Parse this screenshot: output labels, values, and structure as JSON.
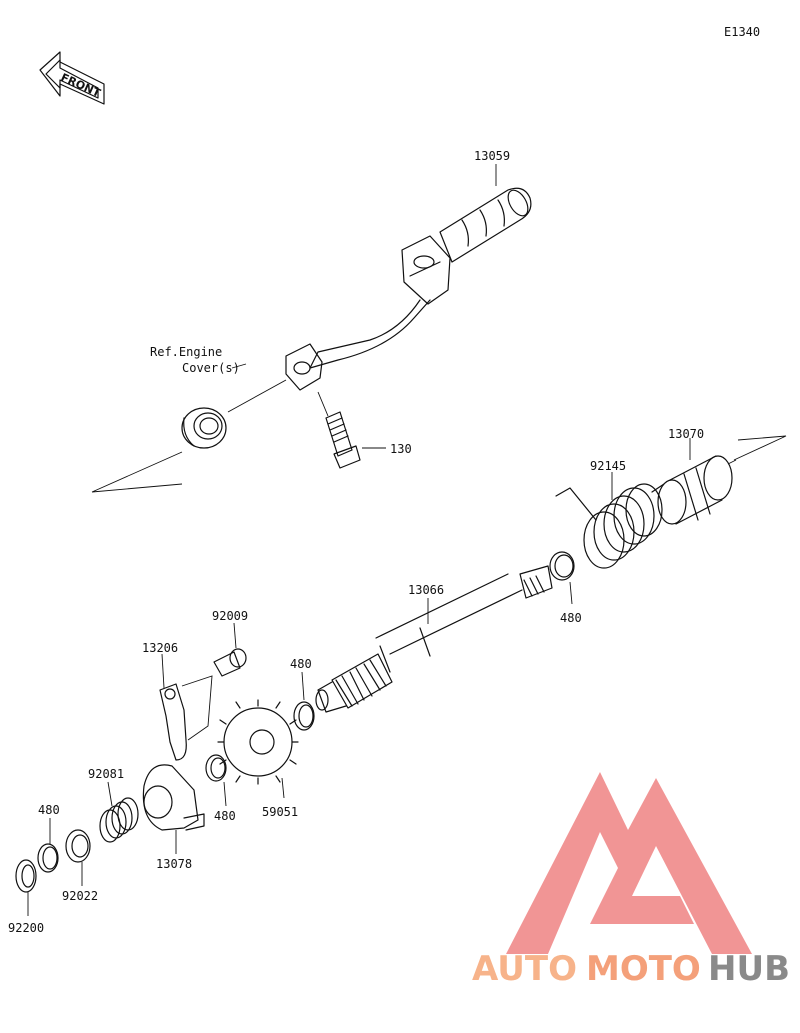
{
  "diagram_code": "E1340",
  "front_label": "FRONT",
  "ref_note": [
    "Ref.Engine",
    "Cover(s)"
  ],
  "callouts": {
    "kick_pedal": "13059",
    "bolt": "130",
    "guide": "13070",
    "spring": "92145",
    "shaft": "13066",
    "circlip_shaft_end": "480",
    "bolt_stopper": "92009",
    "stopper": "13206",
    "circlip_gear": "480",
    "circlip_ratchet": "480",
    "gear": "59051",
    "ratchet_spring": "92081",
    "circlip_outer": "480",
    "washer_inner": "92022",
    "washer_outer": "92200",
    "ratchet": "13078"
  },
  "watermark": {
    "part1": "AUTO",
    "part2": "MOTO",
    "part3": "HUB",
    "color_light": "#f7b38a",
    "color_dark": "#f4a07a",
    "color_grey": "#8a8a8a",
    "logo_color": "#f08a8a"
  }
}
